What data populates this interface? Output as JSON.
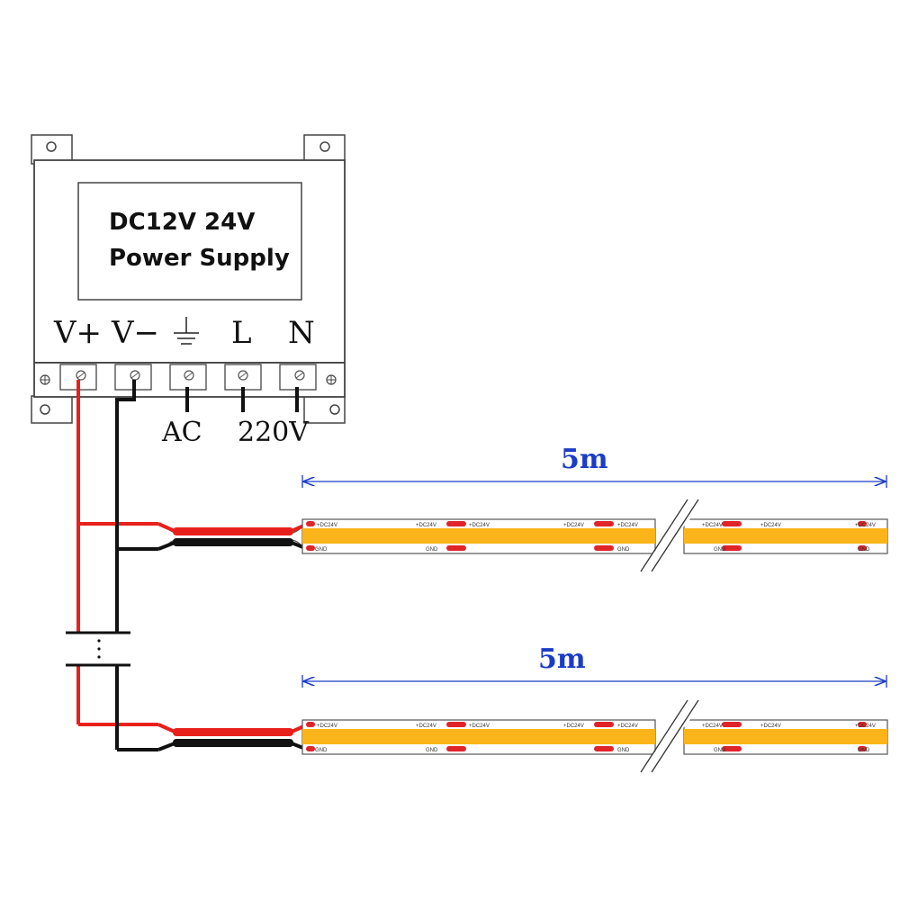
{
  "power_supply": {
    "title_line1": "DC12V 24V",
    "title_line2": "Power Supply",
    "terminals": [
      {
        "label": "V+"
      },
      {
        "label": "V−"
      },
      {
        "label": "⏚"
      },
      {
        "label": "L"
      },
      {
        "label": "N"
      }
    ],
    "ac_label": "AC",
    "voltage_label": "220V"
  },
  "strips": [
    {
      "length_label": "5m",
      "top_marking": "+DC24V",
      "bottom_marking": "GND"
    },
    {
      "length_label": "5m",
      "top_marking": "+DC24V",
      "bottom_marking": "GND"
    }
  ],
  "colors": {
    "positive_wire": "#e8201c",
    "negative_wire": "#111111",
    "led_strip": "#fbb41a",
    "dimension_line": "#1a3cc8",
    "pad": "#e0242a"
  },
  "icons": {
    "ground": "ground-symbol-icon",
    "mount": "mounting-hole-icon",
    "screw": "screw-icon",
    "ellipsis": "vertical-ellipsis-icon"
  }
}
